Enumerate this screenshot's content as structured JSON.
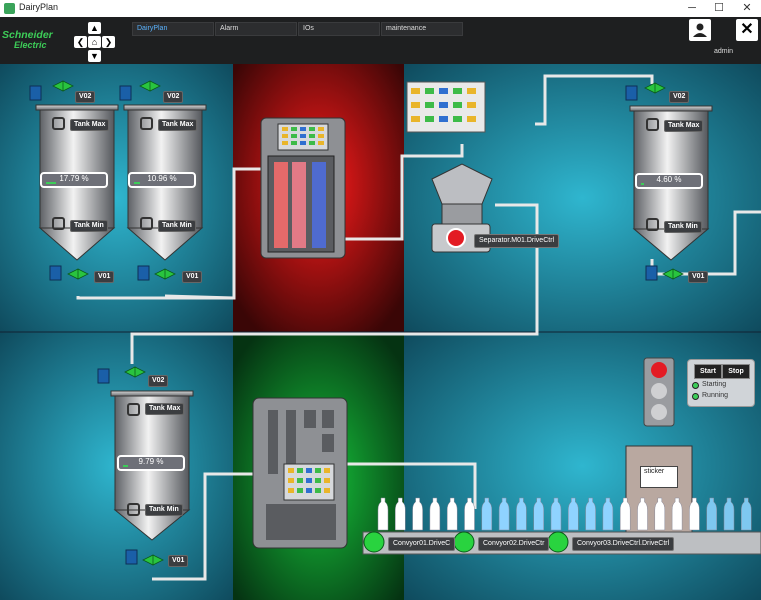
{
  "window": {
    "title": "DairyPlan",
    "minimize": "─",
    "maximize": "☐",
    "close": "✕"
  },
  "logo": {
    "line1": "Schneider",
    "line2": "Electric"
  },
  "nav": {
    "up": "▲",
    "down": "▼",
    "left": "❮",
    "right": "❯",
    "home": "⌂"
  },
  "tabs": [
    {
      "label": "DairyPlan",
      "active": true
    },
    {
      "label": "Alarm"
    },
    {
      "label": "IOs"
    },
    {
      "label": "maintenance"
    }
  ],
  "user": {
    "name": "admin",
    "close": "✕"
  },
  "tanks": [
    {
      "id": "t1",
      "max": "Tank Max",
      "min": "Tank Min",
      "level": "17.79 %",
      "level_value": 17.79,
      "v_top": "V02",
      "v_bot": "V01"
    },
    {
      "id": "t2",
      "max": "Tank Max",
      "min": "Tank Min",
      "level": "10.96 %",
      "level_value": 10.96,
      "v_top": "V02",
      "v_bot": "V01"
    },
    {
      "id": "t3",
      "max": "Tank Max",
      "min": "Tank Min",
      "level": "4.60 %",
      "level_value": 4.6,
      "v_top": "V02",
      "v_bot": "V01"
    },
    {
      "id": "t4",
      "max": "Tank Max",
      "min": "Tank Min",
      "level": "9.79 %",
      "level_value": 9.79,
      "v_top": "V02",
      "v_bot": "V01"
    }
  ],
  "separator": {
    "label": "Separator.M01.DriveCtrl"
  },
  "conveyors": [
    {
      "label": "Convyor01.DriveC"
    },
    {
      "label": "Convyor02.DriveCtr"
    },
    {
      "label": "Convyor03.DriveCtrl.DriveCtrl"
    }
  ],
  "control": {
    "start": "Start",
    "stop": "Stop",
    "starting": "Starting",
    "running": "Running"
  },
  "sticker": {
    "label": "sticker"
  },
  "colors": {
    "accent": "#3dcd58",
    "heat": "#e0141e",
    "cool": "#0e9e2e",
    "bg": "#1a7f9a"
  }
}
